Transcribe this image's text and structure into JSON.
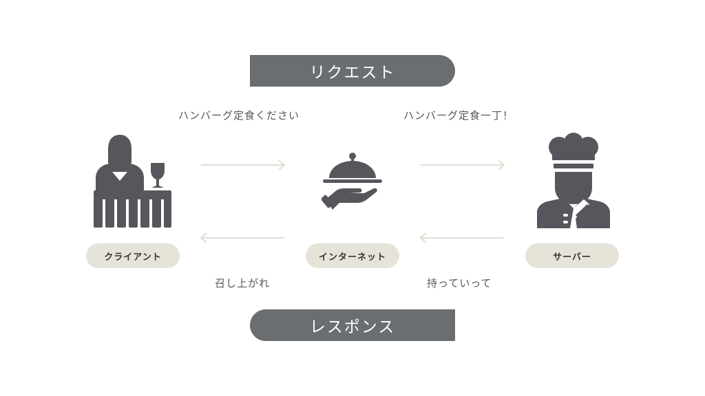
{
  "request_label": "リクエスト",
  "response_label": "レスポンス",
  "messages": {
    "client_to_internet": "ハンバーグ定食ください",
    "internet_to_server": "ハンバーグ定食一丁！",
    "internet_to_client": "召し上がれ",
    "server_to_internet": "持っていって"
  },
  "nodes": {
    "client": "クライアント",
    "internet": "インターネット",
    "server": "サーバー"
  },
  "icons": {
    "client": "diner-at-table-icon",
    "internet": "serving-cloche-icon",
    "server": "chef-icon"
  },
  "colors": {
    "banner": "#6b6e70",
    "icon": "#56575c",
    "pill": "#e6e3d9",
    "arrow": "#e0ddd2"
  }
}
